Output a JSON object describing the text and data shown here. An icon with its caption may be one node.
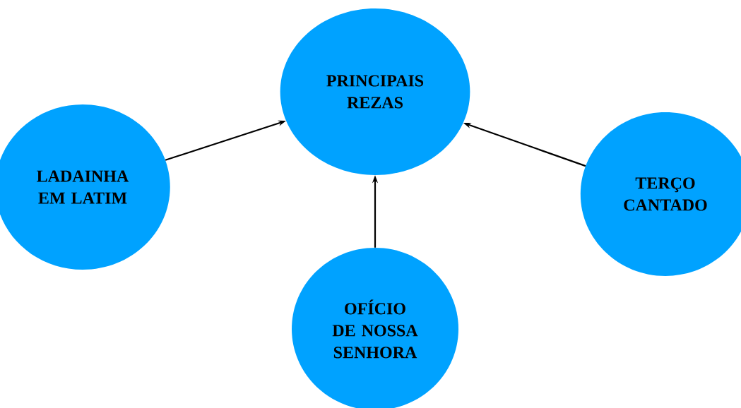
{
  "diagram": {
    "nodes": [
      {
        "text": [
          "PRINCIPAIS REZAS"
        ]
      },
      {
        "text": [
          "LADAINHA EM LATIM"
        ]
      },
      {
        "text": [
          "OFÍCIO DE NOSSA SENHORA"
        ]
      },
      {
        "text": [
          "TERÇO CANTADO"
        ]
      }
    ],
    "edges": [
      {
        "from": 1,
        "to": 0,
        "arrow": "to"
      },
      {
        "from": 2,
        "to": 0,
        "arrow": "to"
      },
      {
        "from": 3,
        "to": 0,
        "arrow": "to"
      }
    ]
  }
}
